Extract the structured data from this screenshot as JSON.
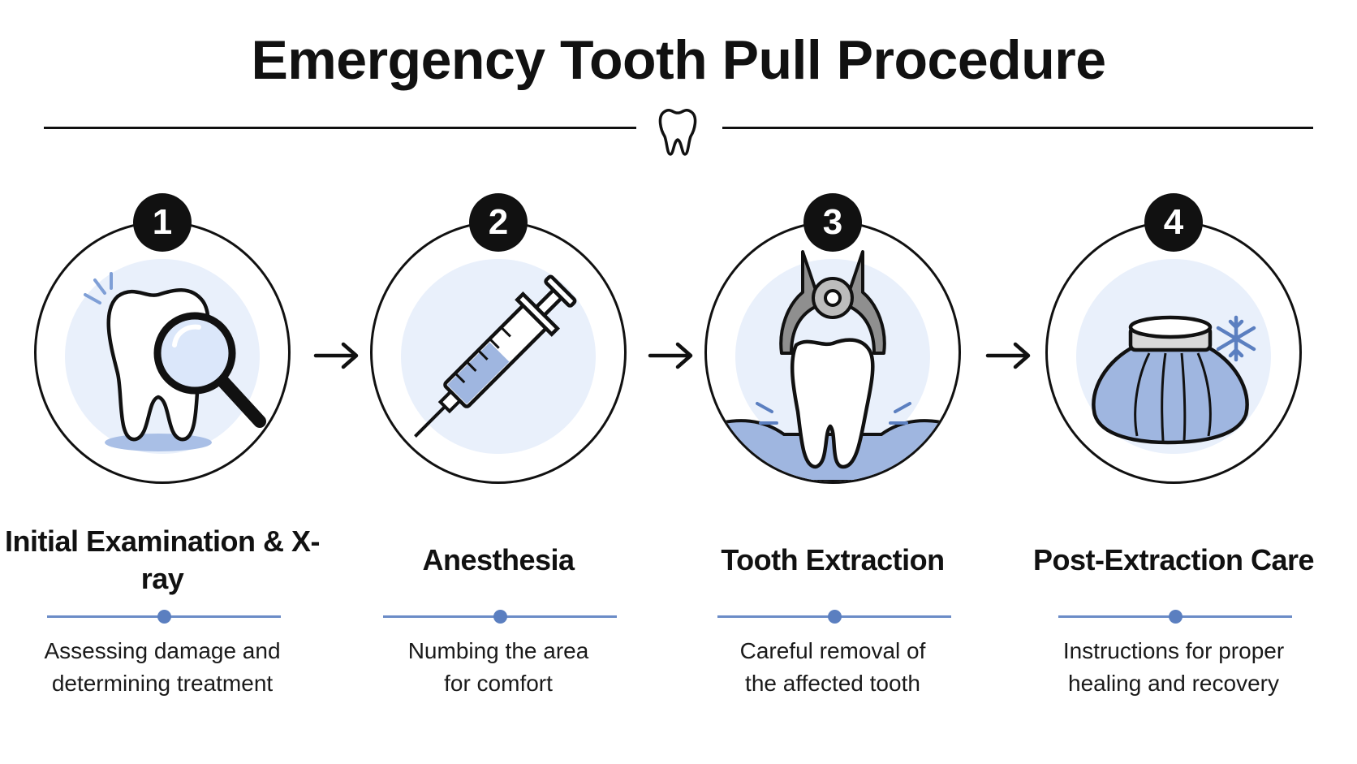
{
  "title": "Emergency Tooth Pull Procedure",
  "header_icon": "tooth-icon",
  "colors": {
    "accent": "#5b7fc0",
    "halo": "#e9f0fb",
    "fill_blue": "#9fb6e0",
    "ink": "#111111"
  },
  "steps": [
    {
      "number": "1",
      "title": "Initial Examination & X-ray",
      "description": "Assessing damage and\ndetermining treatment",
      "icon": "magnifier-tooth-icon"
    },
    {
      "number": "2",
      "title": "Anesthesia",
      "description": "Numbing the area\nfor comfort",
      "icon": "syringe-icon"
    },
    {
      "number": "3",
      "title": "Tooth Extraction",
      "description": "Careful removal of\nthe affected tooth",
      "icon": "forceps-tooth-icon"
    },
    {
      "number": "4",
      "title": "Post-Extraction Care",
      "description": "Instructions for proper\nhealing and recovery",
      "icon": "ice-pack-icon"
    }
  ]
}
